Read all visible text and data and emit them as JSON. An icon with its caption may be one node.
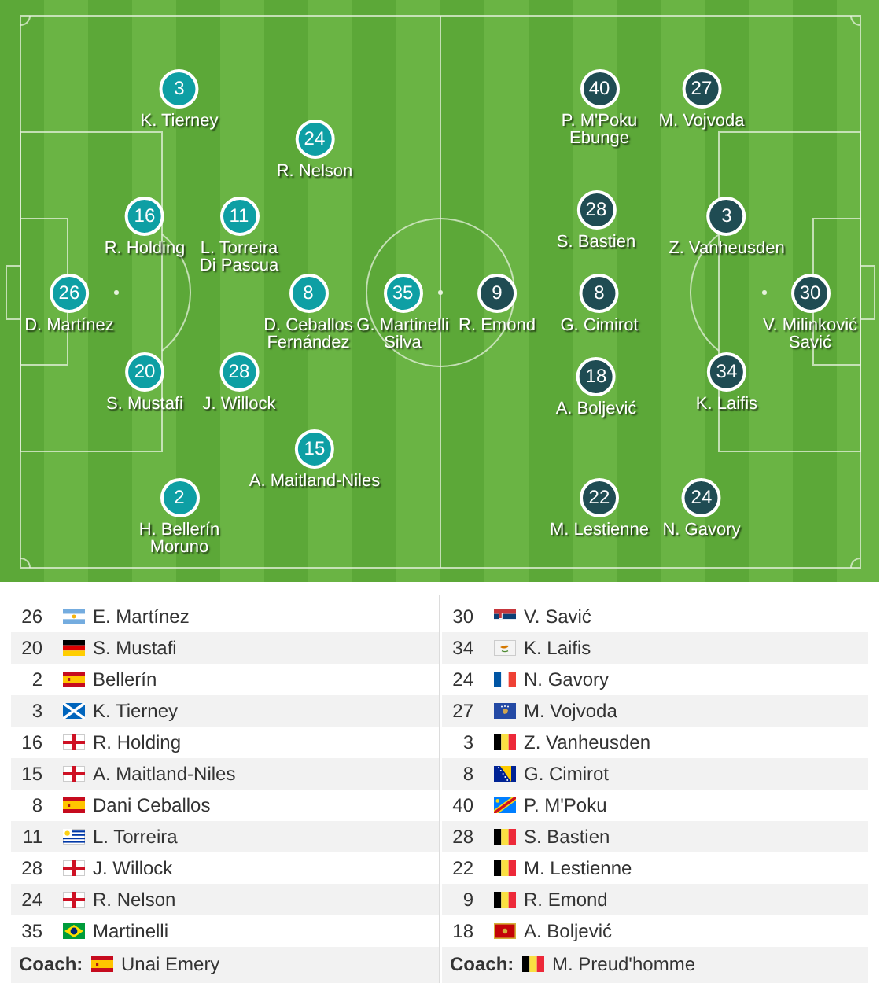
{
  "diagram": {
    "nodes": [
      {
        "text": [
          "26",
          "D. Martínez"
        ]
      },
      {
        "text": [
          "3",
          "K. Tierney"
        ]
      },
      {
        "text": [
          "16",
          "R. Holding"
        ]
      },
      {
        "text": [
          "20",
          "S. Mustafi"
        ]
      },
      {
        "text": [
          "2",
          "H. Bellerín Moruno"
        ]
      },
      {
        "text": [
          "11",
          "L. Torreira Di Pascua"
        ]
      },
      {
        "text": [
          "28",
          "J. Willock"
        ]
      },
      {
        "text": [
          "24",
          "R. Nelson"
        ]
      },
      {
        "text": [
          "8",
          "D. Ceballos Fernández"
        ]
      },
      {
        "text": [
          "15",
          "A. Maitland-Niles"
        ]
      },
      {
        "text": [
          "35",
          "G. Martinelli Silva"
        ]
      },
      {
        "text": [
          "9",
          "R. Emond"
        ]
      },
      {
        "text": [
          "40",
          "P. M'Poku Ebunge"
        ]
      },
      {
        "text": [
          "28",
          "S. Bastien"
        ]
      },
      {
        "text": [
          "8",
          "G. Cimirot"
        ]
      },
      {
        "text": [
          "18",
          "A. Boljević"
        ]
      },
      {
        "text": [
          "22",
          "M. Lestienne"
        ]
      },
      {
        "text": [
          "27",
          "M. Vojvoda"
        ]
      },
      {
        "text": [
          "3",
          "Z. Vanheusden"
        ]
      },
      {
        "text": [
          "34",
          "K. Laifis"
        ]
      },
      {
        "text": [
          "24",
          "N. Gavory"
        ]
      },
      {
        "text": [
          "30",
          "V. Milinković Savić"
        ]
      }
    ],
    "labels": [
      "26",
      "E. Martínez",
      "30",
      "V. Savić",
      "20",
      "S. Mustafi",
      "34",
      "K. Laifis",
      "2",
      "Bellerín",
      "24",
      "N. Gavory",
      "3",
      "K. Tierney",
      "27",
      "M. Vojvoda",
      "16",
      "R. Holding",
      "3",
      "Z. Vanheusden",
      "15",
      "A. Maitland-Niles",
      "8",
      "G. Cimirot",
      "8",
      "Dani Ceballos",
      "40",
      "P. M'Poku",
      "11",
      "L. Torreira",
      "28",
      "S. Bastien",
      "28",
      "J. Willock",
      "22",
      "M. Lestienne",
      "24",
      "R. Nelson",
      "9",
      "R. Emond",
      "35",
      "Martinelli",
      "18",
      "A. Boljević",
      "Coach:",
      "Unai Emery",
      "Coach:",
      "M. Preud'homme"
    ]
  }
}
